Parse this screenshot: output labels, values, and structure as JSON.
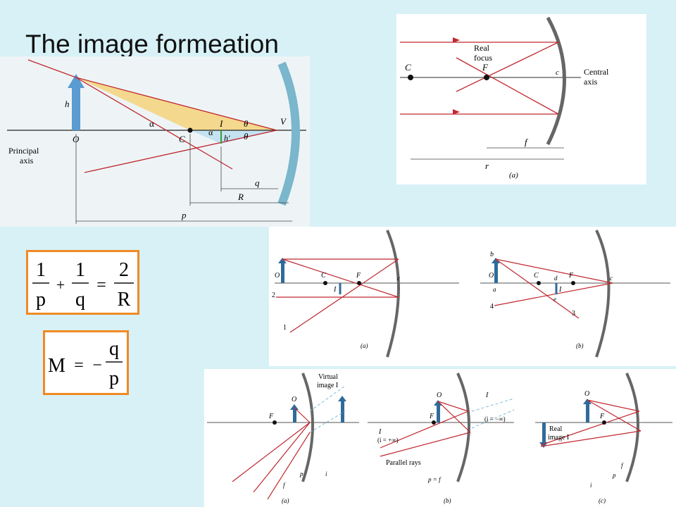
{
  "title": "The image formeation",
  "panel1": {
    "labels": {
      "h": "h",
      "O": "O",
      "C": "C",
      "I": "I",
      "V": "V",
      "alpha": "α",
      "theta": "θ",
      "hprime": "h′",
      "principal": "Principal",
      "axis": "axis",
      "q": "q",
      "R": "R",
      "p": "p"
    }
  },
  "panel2": {
    "labels": {
      "C": "C",
      "F": "F",
      "c": "c",
      "real": "Real",
      "focus": "focus",
      "central": "Central",
      "axis": "axis",
      "f": "f",
      "r": "r",
      "caption": "(a)"
    }
  },
  "panel3": {
    "labels": {
      "O": "O",
      "C": "C",
      "F": "F",
      "I": "I",
      "c": "c",
      "n1": "1",
      "n2": "2",
      "b": "b",
      "a": "a",
      "d": "d",
      "e": "e",
      "n3": "3",
      "n4": "4",
      "cap_a": "(a)",
      "cap_b": "(b)"
    }
  },
  "panel4": {
    "labels": {
      "virtual": "Virtual",
      "imageI": "image I",
      "F": "F",
      "O": "O",
      "p": "p",
      "i": "i",
      "f": "f",
      "I": "I",
      "iinf_pos": "(i = +∞)",
      "iinf_neg": "(i = −∞)",
      "parallel": "Parallel rays",
      "pf": "p = f",
      "real": "Real",
      "image": "image I",
      "cap_a": "(a)",
      "cap_b": "(b)",
      "cap_c": "(c)"
    }
  },
  "formulas": {
    "lens": {
      "one": "1",
      "p": "p",
      "q": "q",
      "two": "2",
      "R": "R",
      "plus": "+",
      "eq": "="
    },
    "mag": {
      "M": "M",
      "eq": "=",
      "minus": "−",
      "q": "q",
      "p": "p"
    }
  },
  "colors": {
    "ray": "#c0282f",
    "arrow": "#2f6b9a",
    "formula_border": "#f08a24",
    "cone": "#f5d27a"
  }
}
